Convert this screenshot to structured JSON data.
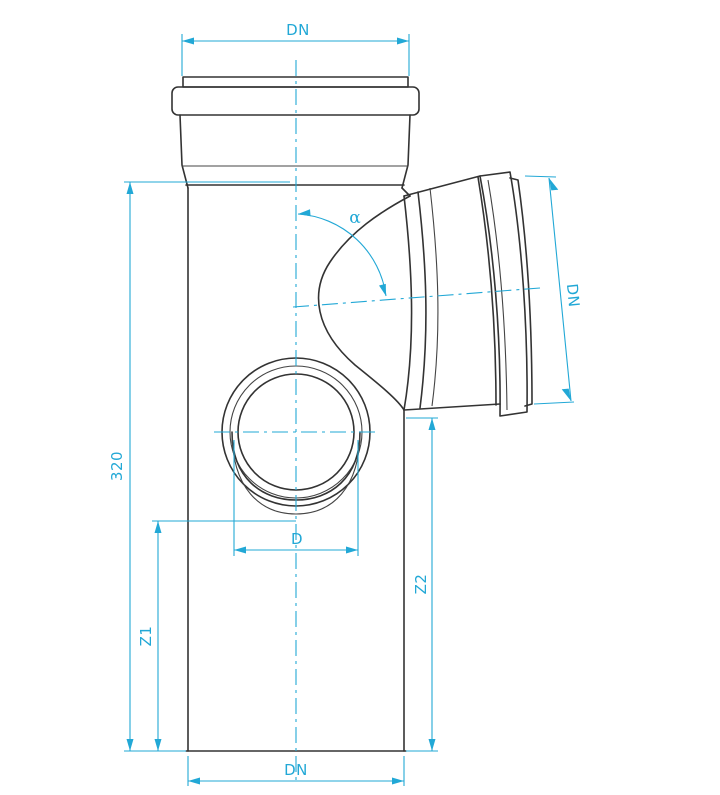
{
  "drawing": {
    "subject": "",
    "labels": {
      "dn_top": "DN",
      "dn_bottom": "DN",
      "dn_branch": "DN",
      "height": "320",
      "z1": "Z1",
      "z2": "Z2",
      "d": "D",
      "alpha": "α"
    },
    "colors": {
      "outline": "#333333",
      "dimension": "#22a8d6",
      "background": "#ffffff"
    }
  }
}
